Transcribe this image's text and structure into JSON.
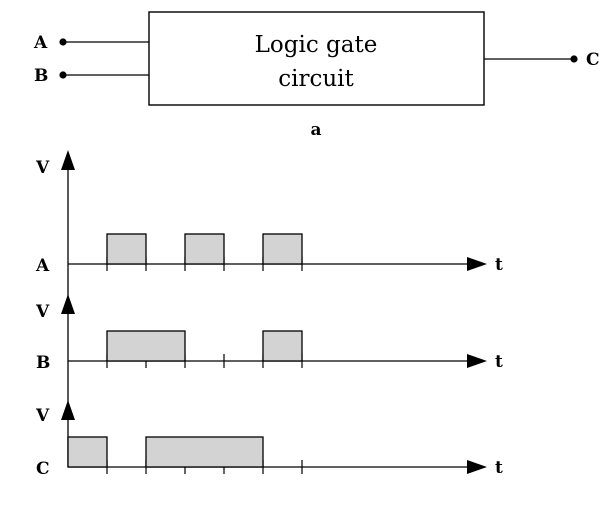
{
  "block": {
    "line1": "Logic gate",
    "line2": "circuit"
  },
  "terminals": {
    "input_a": "A",
    "input_b": "B",
    "output_c": "C"
  },
  "caption": "a",
  "timing": {
    "v_label": "V",
    "t_label": "t",
    "signals": [
      {
        "label": "A",
        "high_intervals": [
          [
            1,
            2
          ],
          [
            3,
            4
          ],
          [
            5,
            6
          ]
        ]
      },
      {
        "label": "B",
        "high_intervals": [
          [
            1,
            3
          ],
          [
            5,
            6
          ]
        ]
      },
      {
        "label": "C",
        "high_intervals": [
          [
            0,
            1
          ],
          [
            2,
            5
          ]
        ]
      }
    ]
  }
}
